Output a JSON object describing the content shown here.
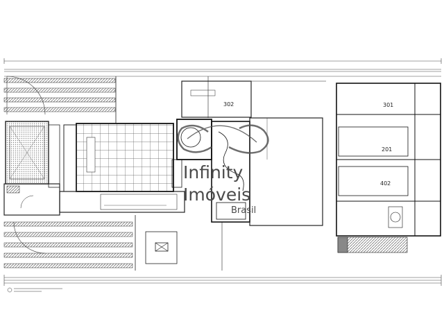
{
  "units": [
    "302",
    "301",
    "201",
    "402"
  ],
  "watermark": {
    "line1": "Infinity",
    "line2": "Imóveis",
    "line3": "Brasil",
    "color": "#4a4a4a"
  },
  "plan": {
    "line_color": "#2b2b2b",
    "hatch_color": "#6a6a6a"
  }
}
